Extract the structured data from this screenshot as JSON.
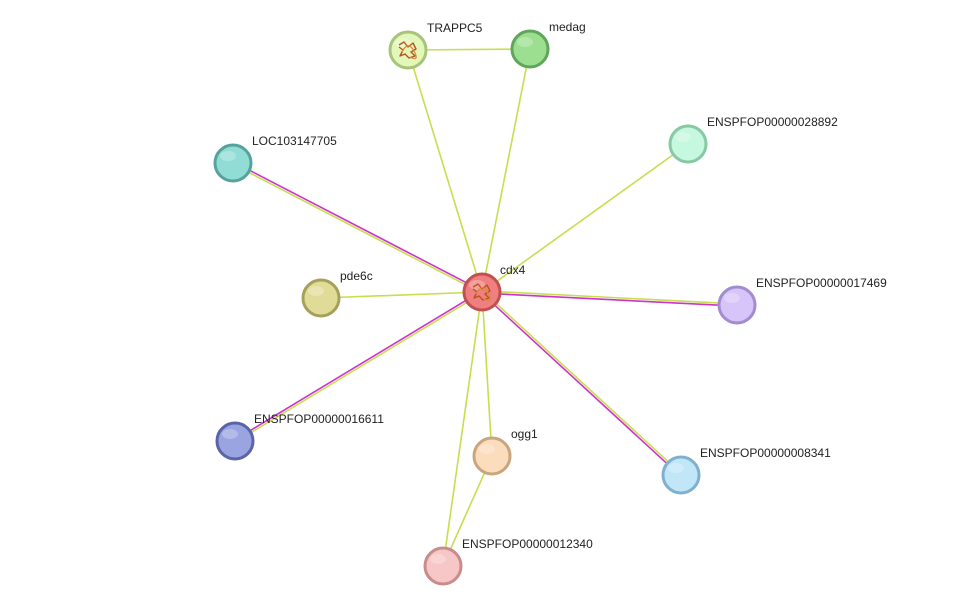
{
  "colors": {
    "textmining": "#c7de4f",
    "experiments": "#cc33cc"
  },
  "nodes": [
    {
      "id": "cdx4",
      "label": "cdx4",
      "fill": "#f08080",
      "stroke": "#c25050",
      "icon": "protein-structure-icon"
    },
    {
      "id": "TRAPPC5",
      "label": "TRAPPC5",
      "fill": "#e3f7b9",
      "stroke": "#a6c57a",
      "icon": "protein-structure-icon"
    },
    {
      "id": "medag",
      "label": "medag",
      "fill": "#9ddf90",
      "stroke": "#5fa55a"
    },
    {
      "id": "ENSPFOP00000028892",
      "label": "ENSPFOP00000028892",
      "fill": "#c6f7df",
      "stroke": "#86c9a4"
    },
    {
      "id": "LOC103147705",
      "label": "LOC103147705",
      "fill": "#91ddd5",
      "stroke": "#56a39b"
    },
    {
      "id": "pde6c",
      "label": "pde6c",
      "fill": "#e0dc98",
      "stroke": "#a6a15a"
    },
    {
      "id": "ENSPFOP00000017469",
      "label": "ENSPFOP00000017469",
      "fill": "#d7c5f9",
      "stroke": "#a08ccf"
    },
    {
      "id": "ENSPFOP00000016611",
      "label": "ENSPFOP00000016611",
      "fill": "#9aa4e0",
      "stroke": "#5a64a8"
    },
    {
      "id": "ogg1",
      "label": "ogg1",
      "fill": "#fbdcbc",
      "stroke": "#c9a580"
    },
    {
      "id": "ENSPFOP00000008341",
      "label": "ENSPFOP00000008341",
      "fill": "#c0e6f8",
      "stroke": "#7fb0cf"
    },
    {
      "id": "ENSPFOP00000012340",
      "label": "ENSPFOP00000012340",
      "fill": "#f7c6c6",
      "stroke": "#c98c8c"
    }
  ],
  "edges": [
    {
      "from": "cdx4",
      "to": "TRAPPC5",
      "types": [
        "textmining"
      ]
    },
    {
      "from": "cdx4",
      "to": "medag",
      "types": [
        "textmining"
      ]
    },
    {
      "from": "TRAPPC5",
      "to": "medag",
      "types": [
        "textmining"
      ]
    },
    {
      "from": "cdx4",
      "to": "ENSPFOP00000028892",
      "types": [
        "textmining"
      ]
    },
    {
      "from": "cdx4",
      "to": "LOC103147705",
      "types": [
        "textmining",
        "experiments"
      ]
    },
    {
      "from": "cdx4",
      "to": "pde6c",
      "types": [
        "textmining"
      ]
    },
    {
      "from": "cdx4",
      "to": "ENSPFOP00000017469",
      "types": [
        "textmining",
        "experiments"
      ]
    },
    {
      "from": "cdx4",
      "to": "ENSPFOP00000016611",
      "types": [
        "textmining",
        "experiments"
      ]
    },
    {
      "from": "cdx4",
      "to": "ogg1",
      "types": [
        "textmining"
      ]
    },
    {
      "from": "cdx4",
      "to": "ENSPFOP00000008341",
      "types": [
        "textmining",
        "experiments"
      ]
    },
    {
      "from": "cdx4",
      "to": "ENSPFOP00000012340",
      "types": [
        "textmining"
      ]
    },
    {
      "from": "ogg1",
      "to": "ENSPFOP00000012340",
      "types": [
        "textmining"
      ]
    }
  ]
}
